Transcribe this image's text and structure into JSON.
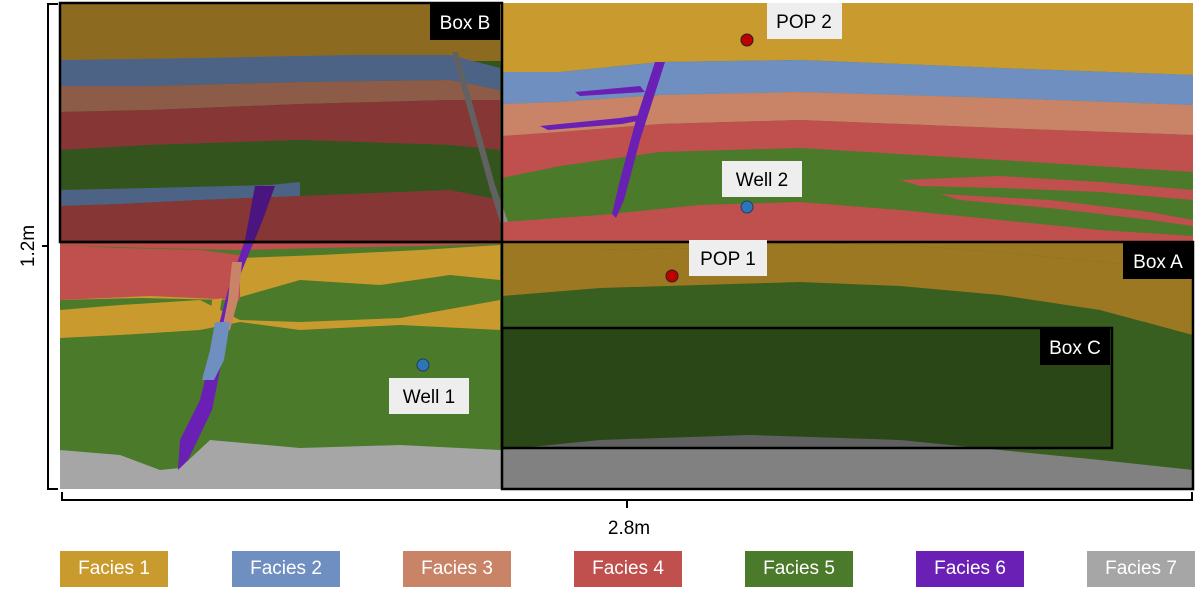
{
  "diagram": {
    "axes": {
      "height_label": "1.2m",
      "width_label": "2.8m"
    },
    "boxes": [
      {
        "id": "box-a",
        "label": "Box A"
      },
      {
        "id": "box-b",
        "label": "Box B"
      },
      {
        "id": "box-c",
        "label": "Box C"
      }
    ],
    "points": [
      {
        "id": "pop-1",
        "label": "POP 1",
        "kind": "pressure-observation-point",
        "color": "#c00000"
      },
      {
        "id": "pop-2",
        "label": "POP 2",
        "kind": "pressure-observation-point",
        "color": "#c00000"
      },
      {
        "id": "well-1",
        "label": "Well 1",
        "kind": "well",
        "color": "#2e75b6"
      },
      {
        "id": "well-2",
        "label": "Well 2",
        "kind": "well",
        "color": "#2e75b6"
      }
    ],
    "facies": [
      {
        "label": "Facies 1",
        "color": "#c99a2e"
      },
      {
        "label": "Facies 2",
        "color": "#6f8fc0"
      },
      {
        "label": "Facies 3",
        "color": "#c98468"
      },
      {
        "label": "Facies 4",
        "color": "#c0504d"
      },
      {
        "label": "Facies 5",
        "color": "#4a7a2a"
      },
      {
        "label": "Facies 6",
        "color": "#6a1fb5"
      },
      {
        "label": "Facies 7",
        "color": "#a6a6a6"
      }
    ]
  }
}
